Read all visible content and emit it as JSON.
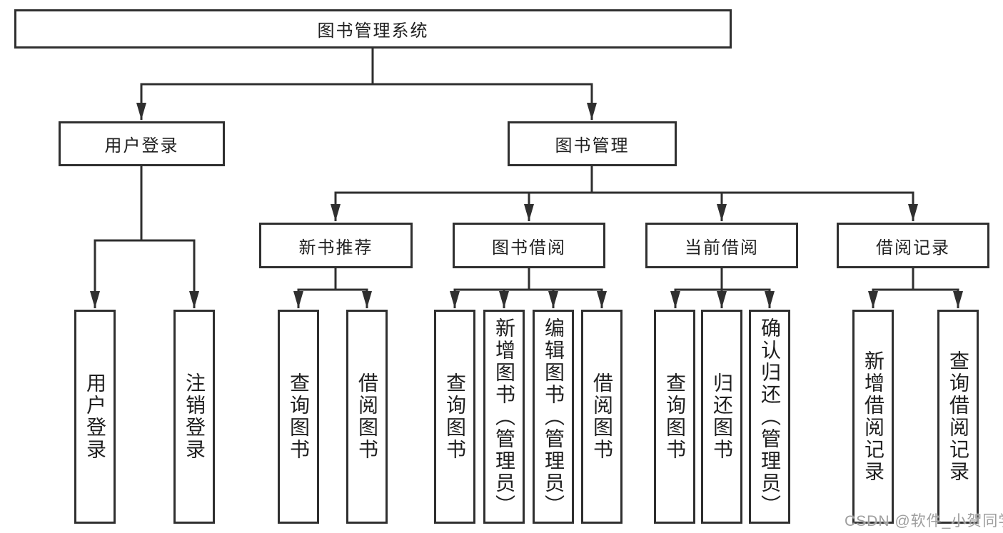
{
  "diagram": {
    "type": "tree",
    "colors": {
      "line": "#2f2f2f",
      "text": "#1f1f1f",
      "background": "#ffffff",
      "watermark": "#9e9e9e"
    },
    "nodes": {
      "root": {
        "label": "图书管理系统"
      },
      "user_login": {
        "label": "用户登录"
      },
      "book_management": {
        "label": "图书管理"
      },
      "new_book_recommend": {
        "label": "新书推荐"
      },
      "book_borrow": {
        "label": "图书借阅"
      },
      "current_borrow": {
        "label": "当前借阅"
      },
      "borrow_records": {
        "label": "借阅记录"
      },
      "leaf_user_login": {
        "label": "用户登录"
      },
      "leaf_logout": {
        "label": "注销登录"
      },
      "leaf_query_books_1": {
        "label": "查询图书"
      },
      "leaf_borrow_books_1": {
        "label": "借阅图书"
      },
      "leaf_query_books_2": {
        "label": "查询图书"
      },
      "leaf_add_books": {
        "label": "新增图书（管理员）"
      },
      "leaf_edit_books": {
        "label": "编辑图书（管理员）"
      },
      "leaf_borrow_books_2": {
        "label": "借阅图书"
      },
      "leaf_query_books_3": {
        "label": "查询图书"
      },
      "leaf_return_books": {
        "label": "归还图书"
      },
      "leaf_confirm_return": {
        "label": "确认归还（管理员）"
      },
      "leaf_add_borrow_record": {
        "label": "新增借阅记录"
      },
      "leaf_query_borrow_record": {
        "label": "查询借阅记录"
      }
    },
    "hierarchy": {
      "图书管理系统": {
        "用户登录": [
          "用户登录",
          "注销登录"
        ],
        "图书管理": {
          "新书推荐": [
            "查询图书",
            "借阅图书"
          ],
          "图书借阅": [
            "查询图书",
            "新增图书（管理员）",
            "编辑图书（管理员）",
            "借阅图书"
          ],
          "当前借阅": [
            "查询图书",
            "归还图书",
            "确认归还（管理员）"
          ],
          "借阅记录": [
            "新增借阅记录",
            "查询借阅记录"
          ]
        }
      }
    },
    "watermark": {
      "text": "CSDN @软件_小贺同学"
    }
  }
}
